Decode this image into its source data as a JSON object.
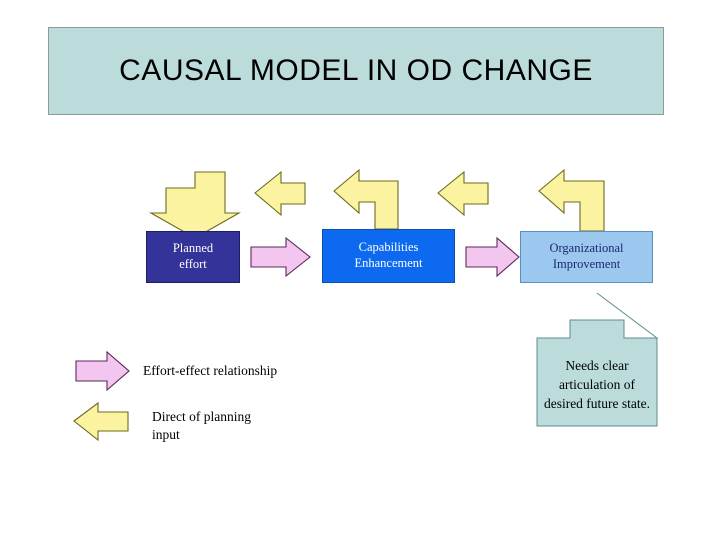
{
  "slide": {
    "title": "CAUSAL MODEL IN OD CHANGE",
    "background_color": "#ffffff"
  },
  "colors": {
    "title_fill": "#bcdcdc",
    "title_border": "#8f9a9a",
    "planned_effort_fill": "#333399",
    "capabilities_fill": "#0d6af0",
    "organizational_fill": "#9cc8f0",
    "callout_fill": "#bcdcdc",
    "yellow_arrow_fill": "#fbf3a0",
    "yellow_arrow_border": "#6b6b1e",
    "pink_arrow_fill": "#f3c6f0",
    "pink_arrow_border": "#5a2a5a"
  },
  "boxes": [
    {
      "id": "planned-effort",
      "line1": "Planned",
      "line2": "effort",
      "fill": "#333399",
      "text_color": "#ffffff"
    },
    {
      "id": "capabilities-enhancement",
      "line1": "Capabilities",
      "line2": "Enhancement",
      "fill": "#0d6af0",
      "text_color": "#ffffff"
    },
    {
      "id": "organizational-improvement",
      "line1": "Organizational",
      "line2": "Improvement",
      "fill": "#9cc8f0",
      "text_color": "#1b2a6b"
    }
  ],
  "callout": {
    "line1": "Needs clear",
    "line2": "articulation of",
    "line3": "desired future state.",
    "fill": "#bcdcdc",
    "direction": "up"
  },
  "legend": {
    "items": [
      {
        "id": "effort-effect",
        "label": "Effort-effect relationship",
        "arrow_direction": "right",
        "arrow_color": "#f3c6f0"
      },
      {
        "id": "direct-of-planning",
        "label_line1": "Direct of planning",
        "label_line2": "input",
        "arrow_direction": "left",
        "arrow_color": "#fbf3a0"
      }
    ]
  },
  "flow_arrows": [
    {
      "id": "pink-planned-to-capabilities",
      "type": "right-arrow",
      "color": "#f3c6f0"
    },
    {
      "id": "pink-capabilities-to-organizational",
      "type": "right-arrow",
      "color": "#f3c6f0"
    },
    {
      "id": "yellow-bent-down-into-planned",
      "type": "bent-arrow-down",
      "color": "#fbf3a0"
    },
    {
      "id": "yellow-left-1",
      "type": "left-arrow",
      "color": "#fbf3a0"
    },
    {
      "id": "yellow-bent-up-left-from-capabilities",
      "type": "bent-arrow-up-left",
      "color": "#fbf3a0"
    },
    {
      "id": "yellow-left-2",
      "type": "left-arrow",
      "color": "#fbf3a0"
    },
    {
      "id": "yellow-bent-up-left-from-organizational",
      "type": "bent-arrow-up-left",
      "color": "#fbf3a0"
    }
  ]
}
